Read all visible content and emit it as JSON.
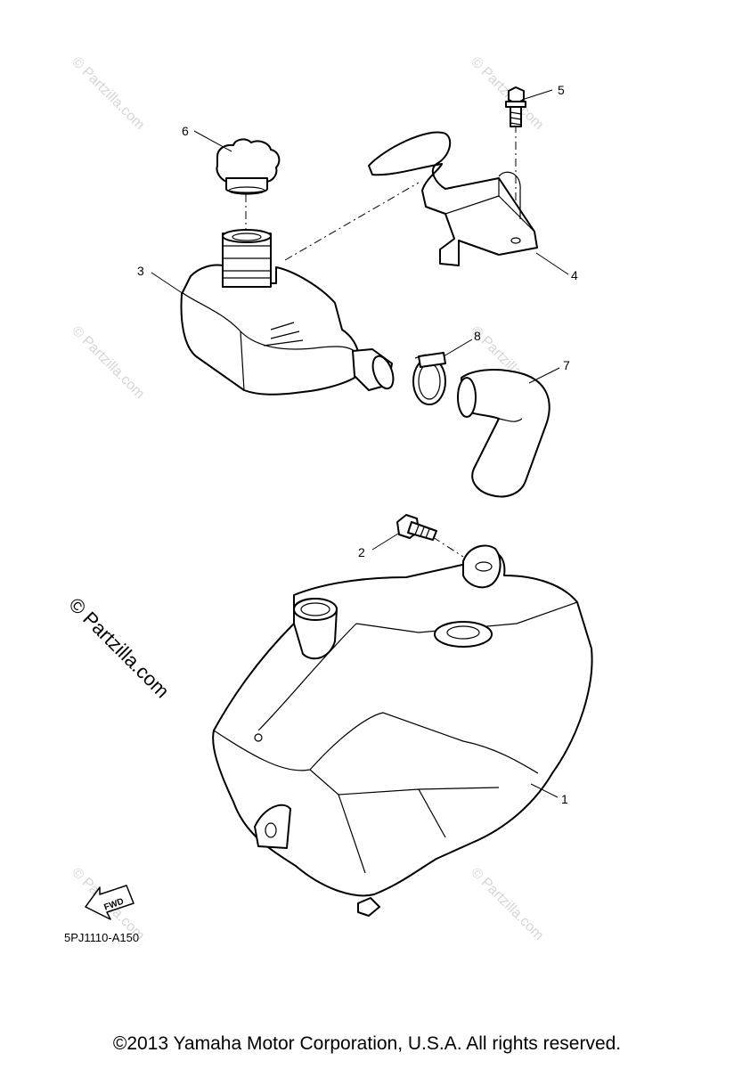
{
  "callouts": [
    {
      "id": "1",
      "label": "1"
    },
    {
      "id": "2",
      "label": "2"
    },
    {
      "id": "3",
      "label": "3"
    },
    {
      "id": "4",
      "label": "4"
    },
    {
      "id": "5",
      "label": "5"
    },
    {
      "id": "6",
      "label": "6"
    },
    {
      "id": "7",
      "label": "7"
    },
    {
      "id": "8",
      "label": "8"
    }
  ],
  "watermark": {
    "text": "© Partzilla.com",
    "large_text": "© Partzilla.com"
  },
  "fwd_arrow_label": "FWD",
  "diagram_code": "5PJ1110-A150",
  "copyright": "©2013  Yamaha Motor Corporation, U.S.A. All rights reserved."
}
